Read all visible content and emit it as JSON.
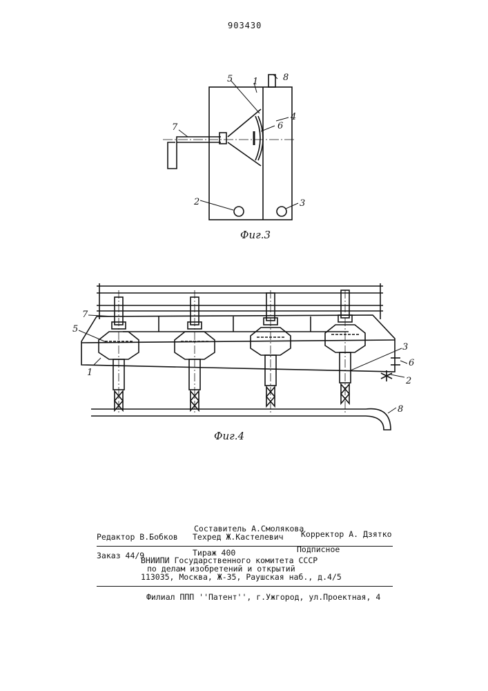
{
  "document": {
    "patent_number": "903430"
  },
  "figures": [
    {
      "caption": "Фиг.3",
      "labels": [
        "1",
        "2",
        "3",
        "4",
        "5",
        "6",
        "7",
        "8"
      ]
    },
    {
      "caption": "Фиг.4",
      "labels": [
        "1",
        "2",
        "3",
        "5",
        "6",
        "7",
        "8"
      ]
    }
  ],
  "footer": {
    "compiler": "Составитель А.Смолякова",
    "editor": "Редактор В.Бобков",
    "techred": "Техред Ж.Кастелевич",
    "corrector": "Корректор  А. Дзятко",
    "order": "Заказ 44/9",
    "print_run": "Тираж 400",
    "subscription": "Подписное",
    "org_line1": "ВНИИПИ Государственного комитета СССР",
    "org_line2": "по делам изобретений и открытий",
    "address": "113035, Москва, Ж-35, Раушская наб., д.4/5",
    "branch": "Филиал ППП ''Патент'', г.Ужгород, ул.Проектная, 4"
  }
}
